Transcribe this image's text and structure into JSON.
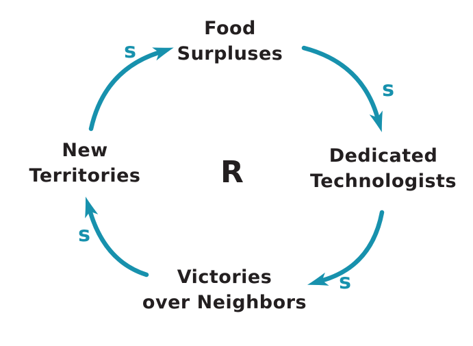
{
  "diagram": {
    "kind": "causal-loop-diagram",
    "loop": {
      "label": "R",
      "meaning": "reinforcing"
    },
    "colors": {
      "arrow": "#1791ad",
      "text": "#231f20",
      "background": "#ffffff"
    },
    "nodes": [
      {
        "id": "food-surpluses",
        "lines": [
          "Food",
          "Surpluses"
        ]
      },
      {
        "id": "dedicated-technologists",
        "lines": [
          "Dedicated",
          "Technologists"
        ]
      },
      {
        "id": "victories-over-neighbors",
        "lines": [
          "Victories",
          "over Neighbors"
        ]
      },
      {
        "id": "new-territories",
        "lines": [
          "New",
          "Territories"
        ]
      }
    ],
    "links": [
      {
        "from": "new-territories",
        "to": "food-surpluses",
        "polarity": "s"
      },
      {
        "from": "food-surpluses",
        "to": "dedicated-technologists",
        "polarity": "s"
      },
      {
        "from": "dedicated-technologists",
        "to": "victories-over-neighbors",
        "polarity": "s"
      },
      {
        "from": "victories-over-neighbors",
        "to": "new-territories",
        "polarity": "s"
      }
    ]
  }
}
